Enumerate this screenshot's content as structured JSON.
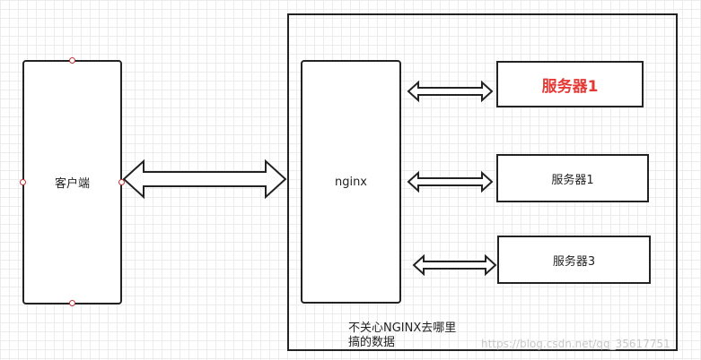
{
  "client": {
    "label": "客户端"
  },
  "container": {
    "note_line1": "不关心NGINX去哪里",
    "note_line2": "搞的数据"
  },
  "nginx": {
    "label": "nginx"
  },
  "servers": [
    {
      "label": "服务器1",
      "highlight_color": "#e53935"
    },
    {
      "label": "服务器1"
    },
    {
      "label": "服务器3"
    }
  ],
  "watermark": "https://blog.csdn.net/qq_35617751"
}
